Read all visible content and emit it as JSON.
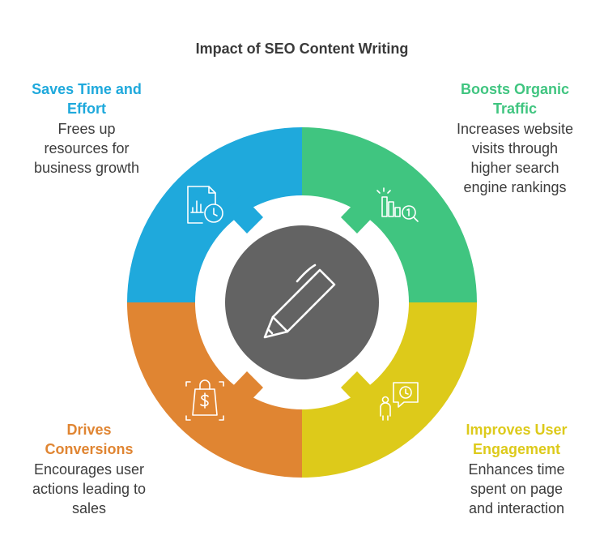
{
  "title": "Impact of SEO Content Writing",
  "colors": {
    "blue": "#1fa9dc",
    "green": "#40c580",
    "orange": "#e08532",
    "yellow": "#ddca1a",
    "center": "#636363"
  },
  "segments": {
    "top_left": {
      "heading": [
        "Saves Time and",
        "Effort"
      ],
      "description": [
        "Frees up",
        "resources for",
        "business growth"
      ],
      "icon": "document-chart-clock-icon"
    },
    "top_right": {
      "heading": [
        "Boosts Organic",
        "Traffic"
      ],
      "description": [
        "Increases website",
        "visits through",
        "higher search",
        "engine rankings"
      ],
      "icon": "bar-chart-magnifier-icon"
    },
    "bottom_left": {
      "heading": [
        "Drives",
        "Conversions"
      ],
      "description": [
        "Encourages user",
        "actions leading to",
        "sales"
      ],
      "icon": "shopping-bag-dollar-icon"
    },
    "bottom_right": {
      "heading": [
        "Improves User",
        "Engagement"
      ],
      "description": [
        "Enhances time",
        "spent on page",
        "and interaction"
      ],
      "icon": "person-clock-bubble-icon"
    }
  },
  "center_icon": "pen-icon"
}
